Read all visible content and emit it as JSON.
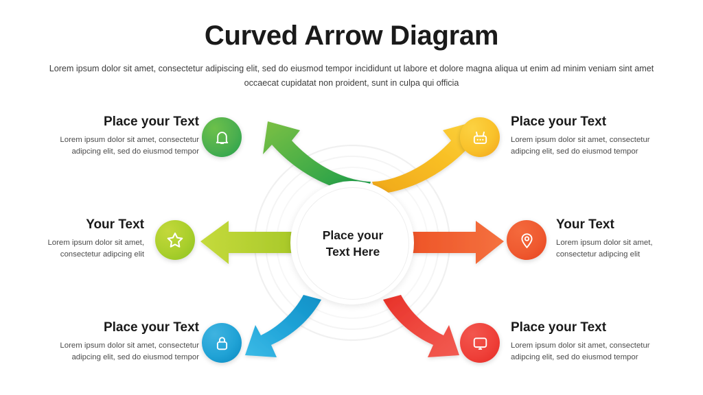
{
  "slide": {
    "title": "Curved Arrow Diagram",
    "subtitle": "Lorem ipsum dolor sit amet, consectetur adipiscing elit, sed do eiusmod tempor incididunt ut labore et dolore magna aliqua ut enim ad minim veniam sint amet occaecat cupidatat non proident, sunt in culpa qui officia",
    "background_color": "#ffffff"
  },
  "center": {
    "label": "Place your\nText Here",
    "ring_color": "#eeeeee",
    "fill_color": "#ffffff"
  },
  "nodes": [
    {
      "id": "top-left",
      "heading": "Place your Text",
      "body": "Lorem ipsum dolor sit amet, consectetur adipcing elit, sed do eiusmod tempor",
      "icon": "bell-icon",
      "color": "#4caf4f",
      "arrow": "curved-arrow-up-left",
      "arrow_color": "#54b145"
    },
    {
      "id": "middle-left",
      "heading": "Your Text",
      "body": "Lorem ipsum dolor sit amet, consectetur adipcing elit",
      "icon": "star-icon",
      "color": "#aacf2c",
      "arrow": "straight-arrow-left",
      "arrow_color": "#bcd630"
    },
    {
      "id": "bottom-left",
      "heading": "Place your Text",
      "body": "Lorem ipsum dolor sit amet, consectetur adipcing elit, sed do eiusmod tempor",
      "icon": "lock-icon",
      "color": "#21a3d6",
      "arrow": "curved-arrow-down-left",
      "arrow_color": "#1ba3d8"
    },
    {
      "id": "top-right",
      "heading": "Place your Text",
      "body": "Lorem ipsum dolor sit amet, consectetur adipcing elit, sed do eiusmod tempor",
      "icon": "basket-icon",
      "color": "#f9c22b",
      "arrow": "curved-arrow-up-right",
      "arrow_color": "#f5b820"
    },
    {
      "id": "middle-right",
      "heading": "Your Text",
      "body": "Lorem ipsum dolor sit amet, consectetur adipcing elit",
      "icon": "map-pin-icon",
      "color": "#ef5a30",
      "arrow": "straight-arrow-right",
      "arrow_color": "#ee5c31"
    },
    {
      "id": "bottom-right",
      "heading": "Place your Text",
      "body": "Lorem ipsum dolor sit amet, consectetur adipcing elit, sed do eiusmod tempor",
      "icon": "monitor-icon",
      "color": "#ef413a",
      "arrow": "curved-arrow-down-right",
      "arrow_color": "#ef433b"
    }
  ]
}
